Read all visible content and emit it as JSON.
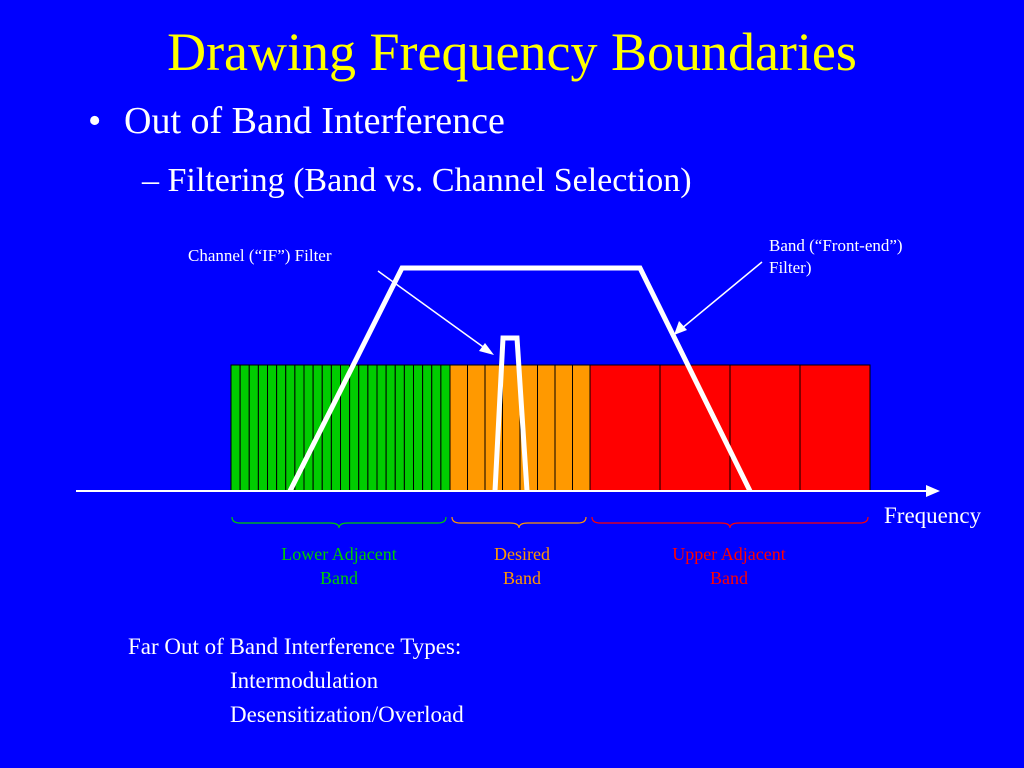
{
  "title": "Drawing Frequency Boundaries",
  "bullet": "Out of Band Interference",
  "sub_bullet": "– Filtering (Band vs. Channel Selection)",
  "labels": {
    "channel_filter": "Channel (“IF”) Filter",
    "band_filter_line1": "Band (“Front-end”)",
    "band_filter_line2": "Filter)",
    "frequency_axis": "Frequency"
  },
  "bands": {
    "lower": {
      "line1": "Lower Adjacent",
      "line2": "Band",
      "color": "#00CC00"
    },
    "desired": {
      "line1": "Desired",
      "line2": "Band",
      "color": "#FF9900"
    },
    "upper": {
      "line1": "Upper Adjacent",
      "line2": "Band",
      "color": "#FF0000"
    }
  },
  "notes": {
    "heading": "Far Out of Band Interference Types:",
    "items": [
      "Intermodulation",
      "Desensitization/Overload"
    ]
  }
}
